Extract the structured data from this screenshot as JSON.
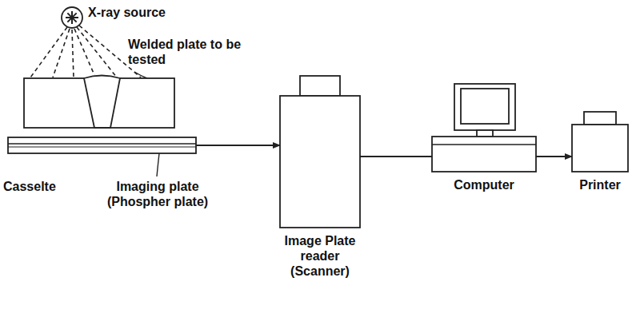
{
  "diagram": {
    "nodes": [
      {
        "text": [
          "X-ray source"
        ]
      },
      {
        "text": [
          "Welded plate to be tested"
        ]
      },
      {
        "text": [
          "Casselte",
          "Imaging plate (Phospher plate)"
        ]
      },
      {
        "text": [
          "Image Plate reader (Scanner)"
        ]
      },
      {
        "text": [
          "Computer"
        ]
      },
      {
        "text": [
          "Printer"
        ]
      }
    ],
    "edges": [
      {
        "from": 2,
        "to": 3,
        "arrow": "to"
      },
      {
        "from": 3,
        "to": 4,
        "arrow": "none"
      },
      {
        "from": 4,
        "to": 5,
        "arrow": "to"
      }
    ]
  }
}
